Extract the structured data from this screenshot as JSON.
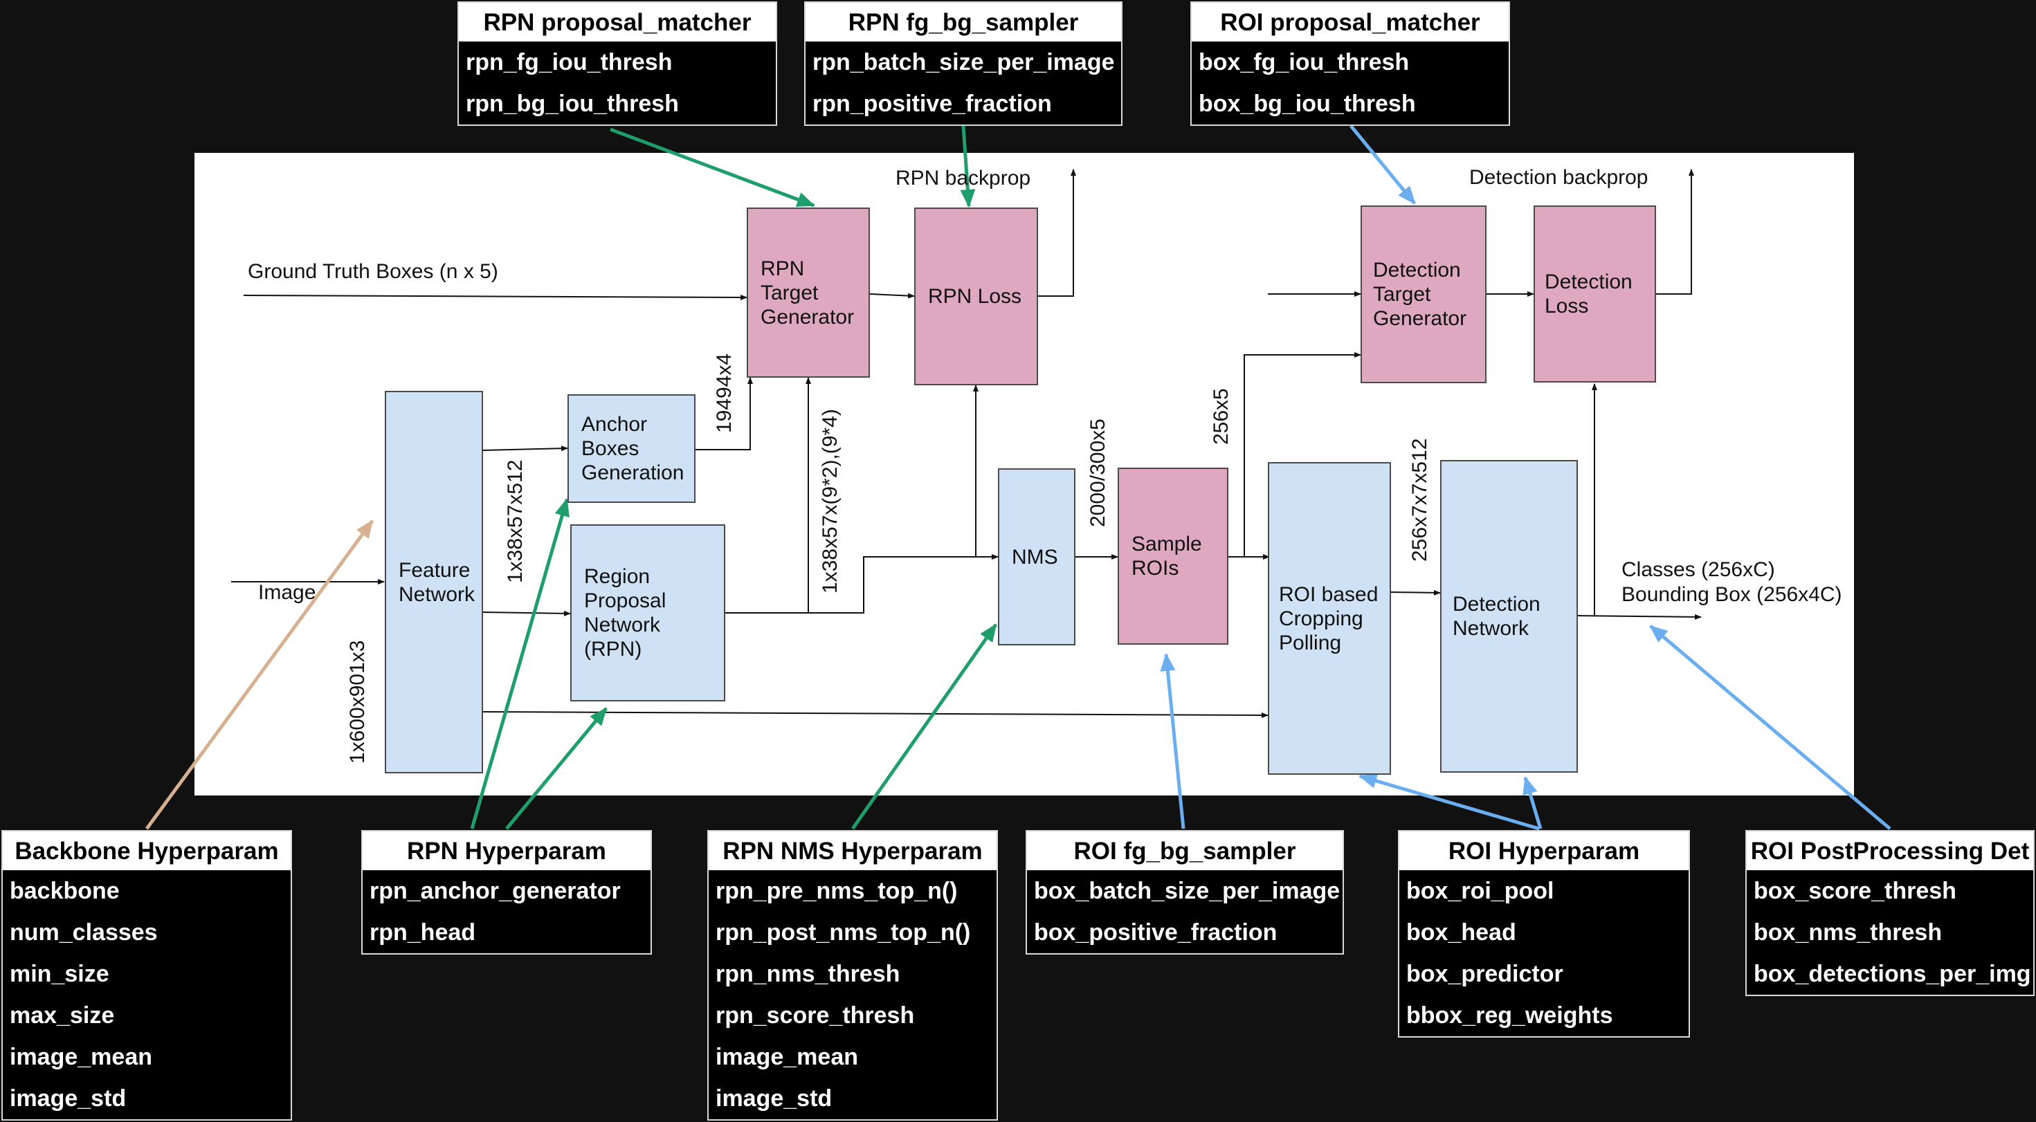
{
  "colors": {
    "background": "#111111",
    "panel": "#ffffff",
    "blue_block": "#cfe1f4",
    "pink_block": "#dea8c0",
    "arrow_green": "#1e9e6a",
    "arrow_blue": "#6aaef0",
    "arrow_tan": "#d6b08f"
  },
  "blocks": {
    "feature_network": "Feature\nNetwork",
    "anchor_boxes": "Anchor\nBoxes\nGeneration",
    "rpn": "Region\nProposal\nNetwork\n(RPN)",
    "rpn_target": "RPN\nTarget\nGenerator",
    "rpn_loss": "RPN Loss",
    "nms": "NMS",
    "sample_rois": "Sample\nROIs",
    "roi_crop": "ROI based\nCropping\nPolling",
    "detection_network": "Detection\nNetwork",
    "detection_target": "Detection\nTarget\nGenerator",
    "detection_loss": "Detection\nLoss"
  },
  "labels": {
    "ground_truth": "Ground Truth Boxes (n x 5)",
    "image": "Image",
    "rpn_backprop": "RPN backprop",
    "detection_backprop": "Detection backprop",
    "outputs": "Classes (256xC)\nBounding Box (256x4C)",
    "dim_image": "1x600x901x3",
    "dim_feature": "1x38x57x512",
    "dim_anchors": "19494x4",
    "dim_rpn": "1x38x57x(9*2),(9*4)",
    "dim_nms": "2000/300x5",
    "dim_sample": "256x5",
    "dim_crop": "256x7x7x512"
  },
  "hyperparams": {
    "rpn_proposal_matcher": {
      "title": "RPN proposal_matcher",
      "items": [
        "rpn_fg_iou_thresh",
        "rpn_bg_iou_thresh"
      ]
    },
    "rpn_fg_bg_sampler": {
      "title": "RPN fg_bg_sampler",
      "items": [
        "rpn_batch_size_per_image",
        "rpn_positive_fraction"
      ]
    },
    "roi_proposal_matcher": {
      "title": "ROI proposal_matcher",
      "items": [
        "box_fg_iou_thresh",
        "box_bg_iou_thresh"
      ]
    },
    "backbone": {
      "title": "Backbone Hyperparam",
      "items": [
        "backbone",
        "num_classes",
        "min_size",
        "max_size",
        "image_mean",
        "image_std"
      ]
    },
    "rpn": {
      "title": "RPN Hyperparam",
      "items": [
        "rpn_anchor_generator",
        "rpn_head"
      ]
    },
    "rpn_nms": {
      "title": "RPN NMS Hyperparam",
      "items": [
        "rpn_pre_nms_top_n()",
        "rpn_post_nms_top_n()",
        "rpn_nms_thresh",
        "rpn_score_thresh",
        "image_mean",
        "image_std"
      ]
    },
    "roi_fg_bg_sampler": {
      "title": "ROI fg_bg_sampler",
      "items": [
        "box_batch_size_per_image",
        "box_positive_fraction"
      ]
    },
    "roi": {
      "title": "ROI Hyperparam",
      "items": [
        "box_roi_pool",
        "box_head",
        "box_predictor",
        "bbox_reg_weights"
      ]
    },
    "roi_postprocessing": {
      "title": "ROI PostProcessing Det",
      "items": [
        "box_score_thresh",
        "box_nms_thresh",
        "box_detections_per_img"
      ]
    }
  }
}
